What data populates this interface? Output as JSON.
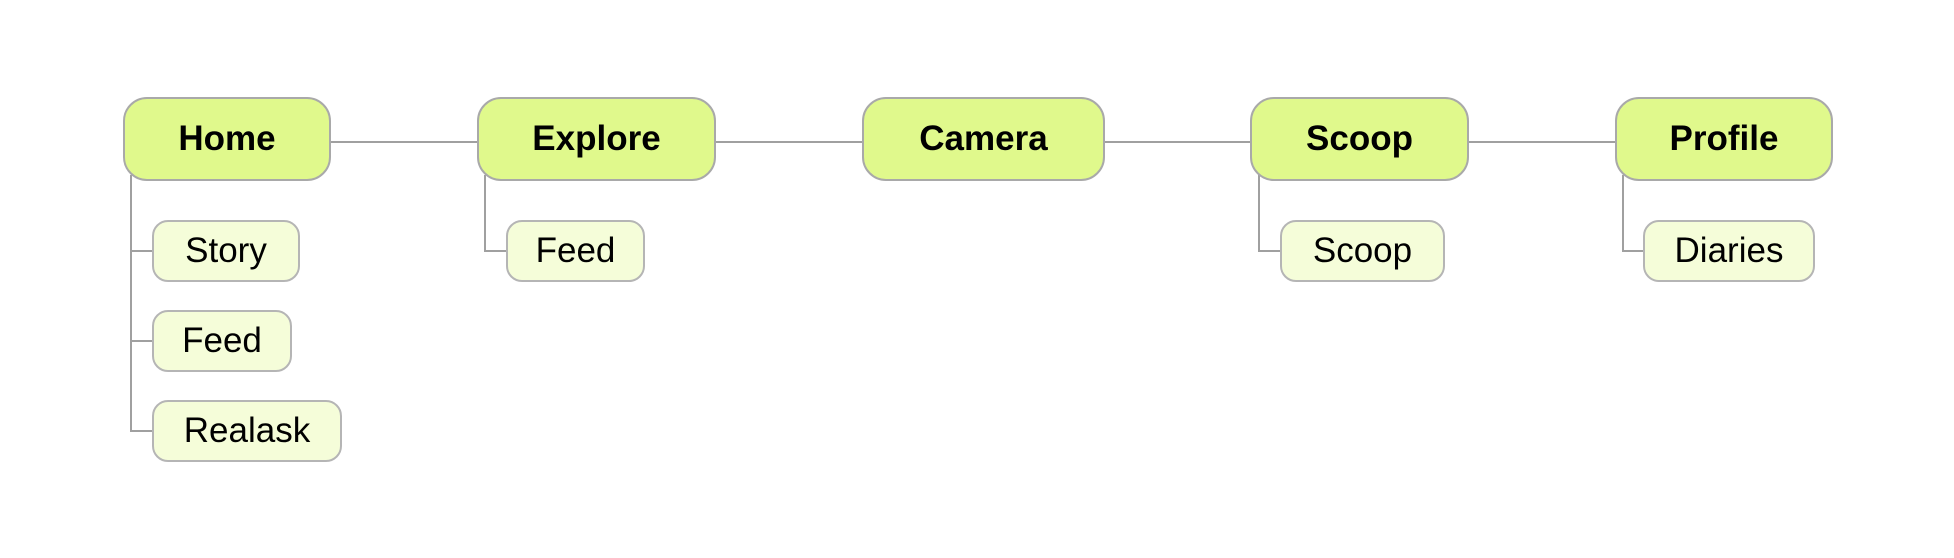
{
  "colors": {
    "main_fill": "#e0f98c",
    "child_fill": "#f5fdd9",
    "border": "#a9a9a9",
    "connector": "#a0a0a0"
  },
  "nodes": [
    {
      "label": "Home",
      "children": [
        "Story",
        "Feed",
        "Realask"
      ]
    },
    {
      "label": "Explore",
      "children": [
        "Feed"
      ]
    },
    {
      "label": "Camera",
      "children": []
    },
    {
      "label": "Scoop",
      "children": [
        "Scoop"
      ]
    },
    {
      "label": "Profile",
      "children": [
        "Diaries"
      ]
    }
  ]
}
